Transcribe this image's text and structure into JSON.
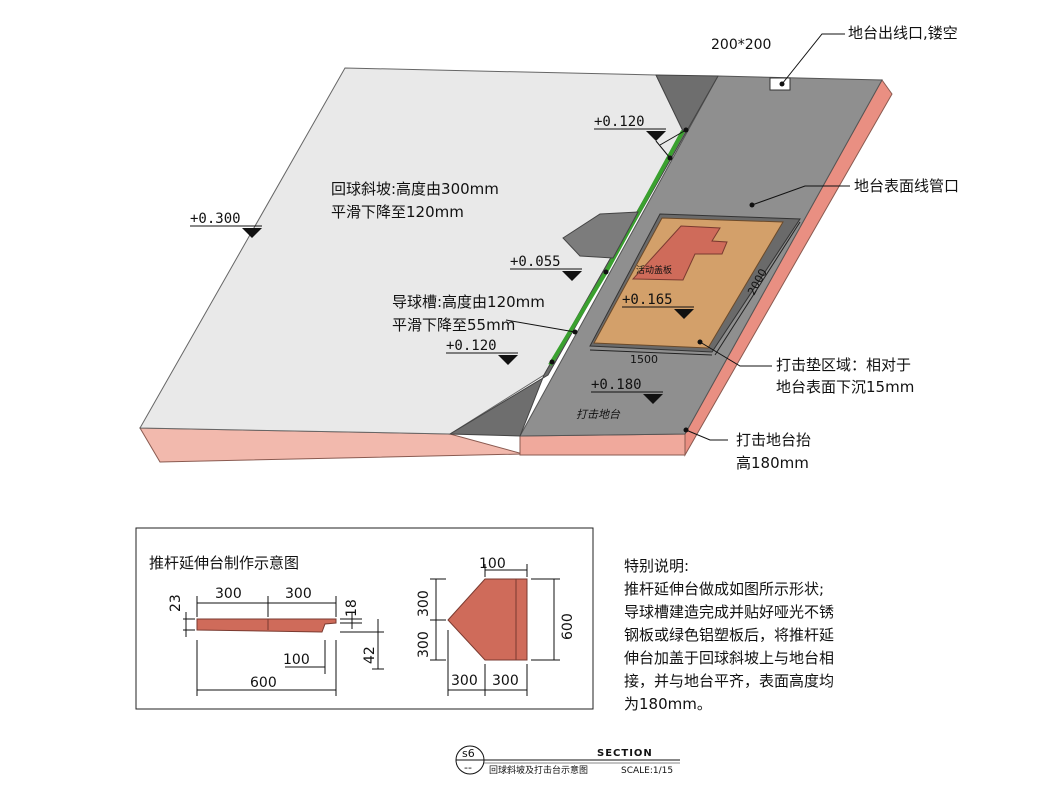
{
  "labels": {
    "outlet_dim": "200*200",
    "outlet": "地台出线口,镂空",
    "conduit": "地台表面线管口",
    "slope_line1": "回球斜坡:高度由300mm",
    "slope_line2": "平滑下降至120mm",
    "groove_line1": "导球槽:高度由120mm",
    "groove_line2": "平滑下降至55mm",
    "mat_line1": "打击垫区域：相对于",
    "mat_line2": "地台表面下沉15mm",
    "raise_line1": "打击地台抬",
    "raise_line2": "高180mm",
    "hitting_platform": "打击地台",
    "movable_cover": "活动盖板"
  },
  "levels": {
    "l0300": "+0.300",
    "l0120_top": "+0.120",
    "l0055": "+0.055",
    "l0120_bottom": "+0.120",
    "l0165": "+0.165",
    "l0180": "+0.180"
  },
  "mat_dims": {
    "width": "1500",
    "length": "2000"
  },
  "inset": {
    "title": "推杆延伸台制作示意图",
    "dim_300a": "300",
    "dim_300b": "300",
    "dim_23": "23",
    "dim_18": "18",
    "dim_42": "42",
    "dim_100": "100",
    "dim_600": "600",
    "dim_top_100": "100",
    "dim_left_300a": "300",
    "dim_left_300b": "300",
    "dim_right_600": "600",
    "dim_bottom_300a": "300",
    "dim_bottom_300b": "300"
  },
  "notes": {
    "title": "特别说明:",
    "lines": [
      "推杆延伸台做成如图所示形状;",
      "导球槽建造完成并贴好哑光不锈",
      "钢板或绿色铝塑板后，将推杆延",
      "伸台加盖于回球斜坡上与地台相",
      "接，并与地台平齐，表面高度均",
      "为180mm。"
    ]
  },
  "titleblock": {
    "number": "s6",
    "dashes": "--",
    "section": "SECTION",
    "title": "回球斜坡及打击台示意图",
    "scale": "SCALE:1/15"
  },
  "colors": {
    "slab_top": "#e8e8e8",
    "slab_side": "#f2b9ad",
    "platform_top": "#8f8f8f",
    "groove": "#3aa12f",
    "mat": "#d3a06a",
    "cover": "#cf6b5a"
  }
}
